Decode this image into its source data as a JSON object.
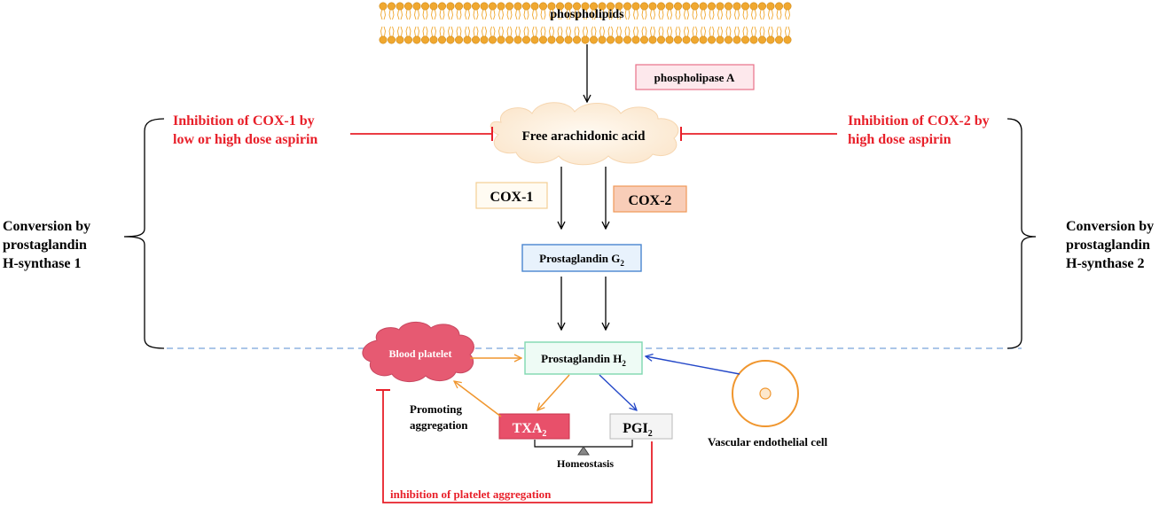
{
  "membrane": {
    "label": "phospholipids"
  },
  "enzymes": {
    "phospholipase": "phospholipase A",
    "cox1": "COX-1",
    "cox2": "COX-2"
  },
  "nodes": {
    "arachidonic": "Free arachidonic acid",
    "pgg2": {
      "base": "Prostaglandin G",
      "sub": "2"
    },
    "pgh2": {
      "base": "Prostaglandin H",
      "sub": "2"
    },
    "txa2": {
      "base": "TXA",
      "sub": "2"
    },
    "pgi2": {
      "base": "PGI",
      "sub": "2"
    },
    "platelet": "Blood platelet",
    "endothelial": "Vascular endothelial cell",
    "homeostasis": "Homeostasis"
  },
  "inhibition": {
    "cox1_line1": "Inhibition of COX-1 by",
    "cox1_line2": "low or high dose aspirin",
    "cox2_line1": "Inhibition of COX-2 by",
    "cox2_line2": "high dose aspirin",
    "platelet": "inhibition of platelet aggregation"
  },
  "promoting": {
    "line1": "Promoting",
    "line2": "aggregation"
  },
  "conversion_left": {
    "line1": "Conversion  by",
    "line2": "prostaglandin",
    "line3": "H-synthase 1"
  },
  "conversion_right": {
    "line1": "Conversion  by",
    "line2": "prostaglandin",
    "line3": "H-synthase 2"
  },
  "colors": {
    "red": "#e8202a",
    "orange": "#f0962e",
    "blue": "#2448c8",
    "membrane": "#f0a830",
    "platelet": "#e65a72",
    "txa2": "#e8506a",
    "pgg2_border": "#4a86d0",
    "pgh2_border": "#7fd8b0",
    "dashed": "#8fb4e0"
  }
}
